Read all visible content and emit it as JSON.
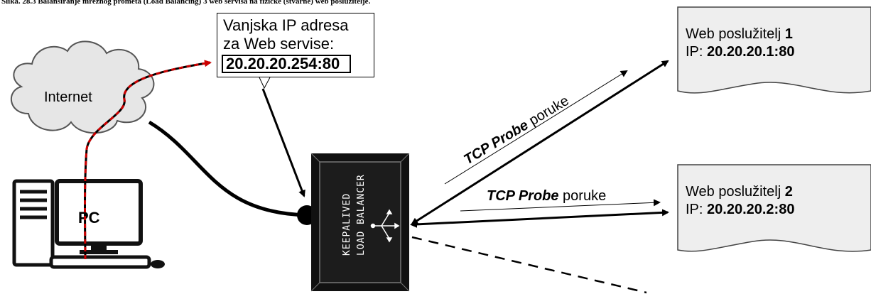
{
  "caption": "Slika. 28.3 Balansiranje mrežnog prometa (Load Balancing) 3 web servisa na fizičke (stvarne) web poslužitelje.",
  "internet": {
    "label": "Internet"
  },
  "pc": {
    "label": "PC"
  },
  "ip_box": {
    "line1": "Vanjska IP adresa",
    "line2": "za Web servise:",
    "address": "20.20.20.254:80"
  },
  "load_balancer": {
    "line1": "KEEPALIVED",
    "line2": "LOAD BALANCER"
  },
  "servers": [
    {
      "name": "Web poslužitelj",
      "number": "1",
      "ip_label": "IP:",
      "ip": "20.20.20.1:80"
    },
    {
      "name": "Web poslužitelj",
      "number": "2",
      "ip_label": "IP:",
      "ip": "20.20.20.2:80"
    }
  ],
  "probe_labels": [
    {
      "bold": "TCP Probe",
      "rest": " poruke"
    },
    {
      "bold": "TCP Probe",
      "rest": " poruke"
    }
  ],
  "colors": {
    "link_dashed": "#cc0000",
    "device": "#111111",
    "cloud": "#e6e6e6"
  }
}
